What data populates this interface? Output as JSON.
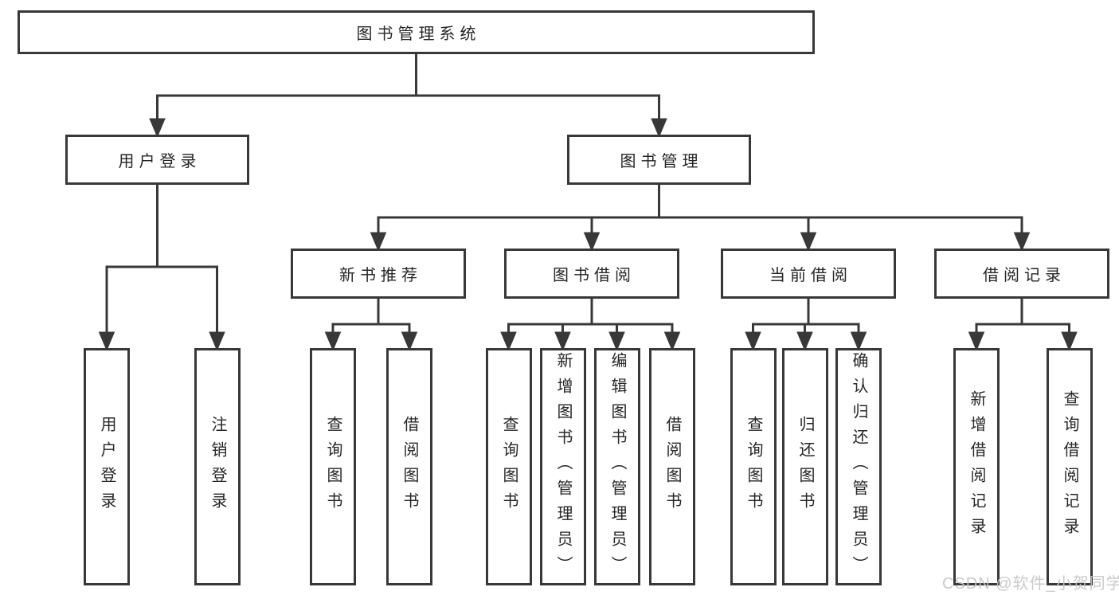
{
  "diagram": {
    "root": "图书管理系统",
    "branches": [
      {
        "label": "用户登录",
        "children": [
          "用户登录",
          "注销登录"
        ]
      },
      {
        "label": "图书管理",
        "groups": [
          {
            "label": "新书推荐",
            "children": [
              "查询图书",
              "借阅图书"
            ]
          },
          {
            "label": "图书借阅",
            "children": [
              "查询图书",
              "新增图书（管理员）",
              "编辑图书（管理员）",
              "借阅图书"
            ]
          },
          {
            "label": "当前借阅",
            "children": [
              "查询图书",
              "归还图书",
              "确认归还（管理员）"
            ]
          },
          {
            "label": "借阅记录",
            "children": [
              "新增借阅记录",
              "查询借阅记录"
            ]
          }
        ]
      }
    ],
    "watermark": "CSDN @软件_小贺同学",
    "colors": {
      "line": "#383838",
      "box_border": "#383838",
      "text": "#262626",
      "watermark": "#c6c6c6",
      "background": "#ffffff"
    }
  }
}
